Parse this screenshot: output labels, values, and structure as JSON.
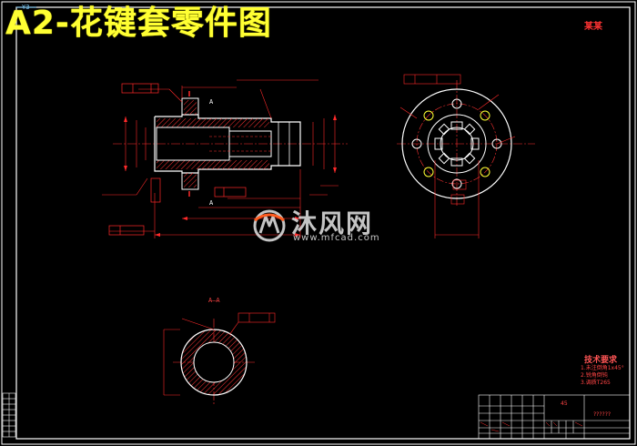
{
  "drawing": {
    "title": "A2-花键套零件图",
    "corner_tag": "Y3",
    "signature": "某某"
  },
  "watermark": {
    "brand": "沐风网",
    "url": "www.mfcad.com",
    "logo": "mf-logo-icon"
  },
  "views": {
    "section_label": "A—A",
    "cut_label_top": "A",
    "cut_label_bottom": "A"
  },
  "tech_requirements": {
    "title": "技术要求",
    "lines": [
      "1.未注倒角1x45°",
      "2.锐角倒钝",
      "3.调质T265"
    ]
  },
  "title_block": {
    "material": "45",
    "drawing_name": "??????"
  },
  "colors": {
    "background": "#000000",
    "frame": "#ffffff",
    "dimension": "#ff2a2a",
    "outline": "#ffffff",
    "hatch": "#ff3333",
    "title": "#ffff33"
  }
}
